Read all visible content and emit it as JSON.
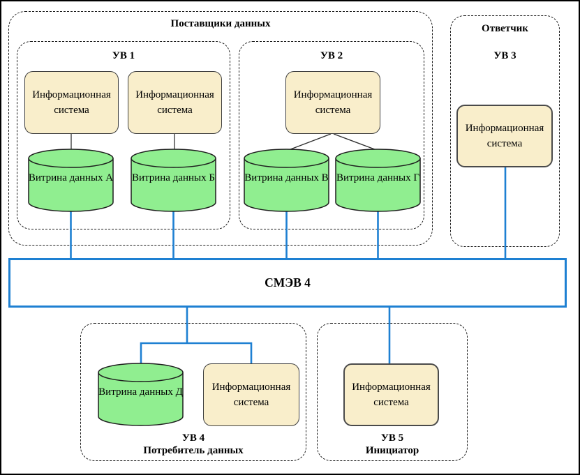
{
  "colors": {
    "accent_blue": "#1E80D2",
    "cylinder_green": "#90EE90",
    "system_fill": "#F9EECB",
    "system_border": "#3F3F3F",
    "line_gray": "#5A5A5A"
  },
  "diagram": {
    "providers_title": "Поставщики данных",
    "uv1_title": "УВ 1",
    "uv2_title": "УВ 2",
    "responder_title": "Ответчик",
    "uv3_title": "УВ 3",
    "info_system_label": "Информационная система",
    "datamart_a": "Витрина данных А",
    "datamart_b": "Витрина данных Б",
    "datamart_v": "Витрина данных В",
    "datamart_g": "Витрина данных Г",
    "datamart_d": "Витрина данных Д",
    "bus_label": "СМЭВ 4",
    "uv4_title": "УВ 4",
    "uv4_role": "Потребитель данных",
    "uv5_title": "УВ 5",
    "uv5_role": "Инициатор"
  }
}
